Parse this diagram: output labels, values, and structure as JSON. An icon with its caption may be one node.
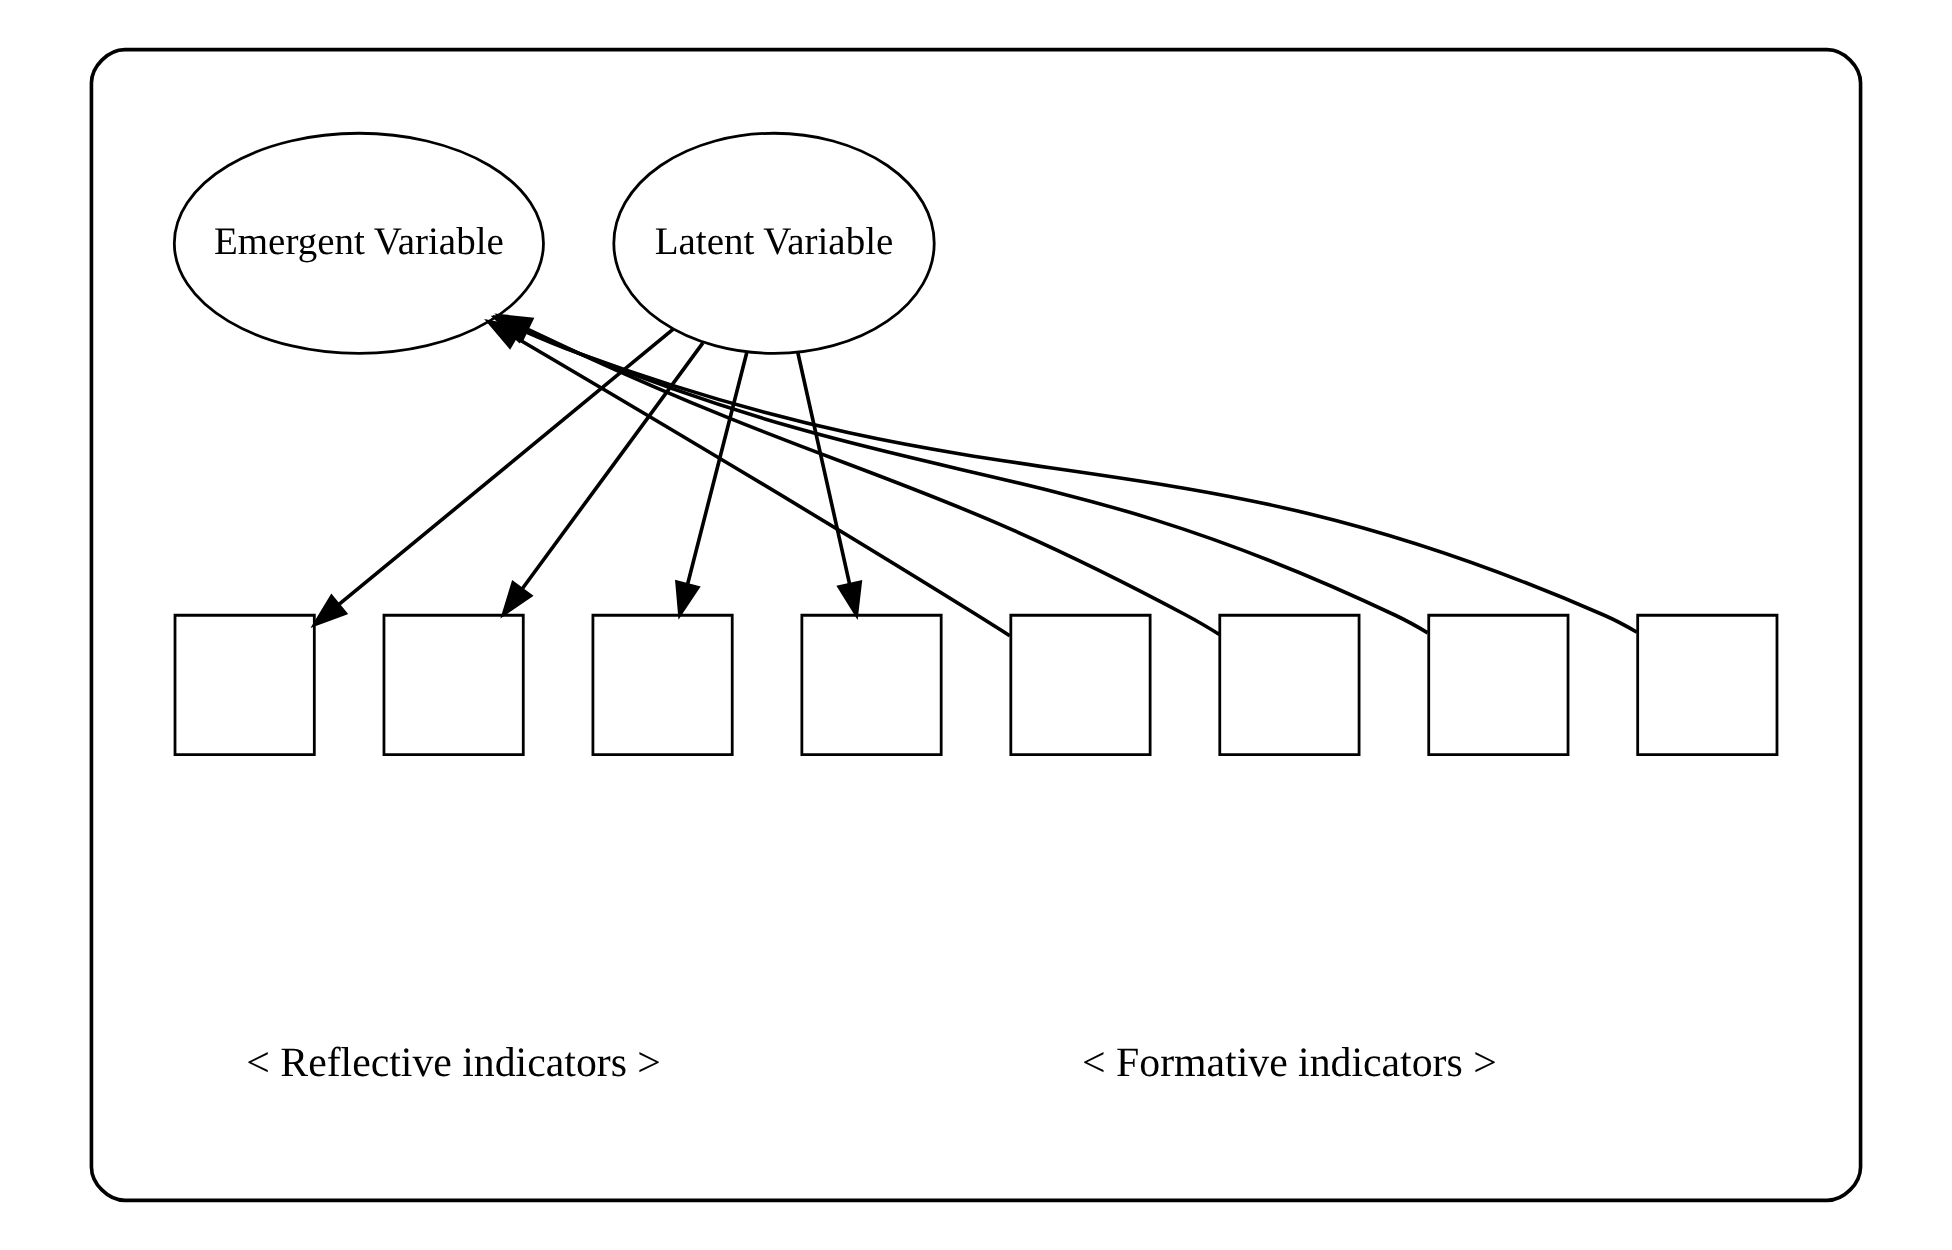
{
  "diagram": {
    "nodes": [
      {
        "text": [],
        "shape": "box"
      },
      {
        "text": [
          "Latent Variable"
        ],
        "in": 0
      },
      {
        "text": [
          "Emergent Variable"
        ],
        "in": 0
      },
      {
        "text": [],
        "shape": "box",
        "in": 0
      },
      {
        "text": [],
        "shape": "box",
        "in": 0
      },
      {
        "text": [],
        "shape": "box",
        "in": 0
      },
      {
        "text": [],
        "shape": "box",
        "in": 0
      },
      {
        "text": [],
        "shape": "box",
        "in": 0
      },
      {
        "text": [],
        "shape": "box",
        "in": 0
      },
      {
        "text": [],
        "shape": "box",
        "in": 0
      },
      {
        "text": [],
        "shape": "box",
        "in": 0
      }
    ],
    "edges": [
      {
        "from": 1,
        "to": 3,
        "arrow": "to"
      },
      {
        "from": 1,
        "to": 4,
        "arrow": "to"
      },
      {
        "from": 1,
        "to": 5,
        "arrow": "to"
      },
      {
        "from": 1,
        "to": 6,
        "arrow": "to"
      },
      {
        "from": 7,
        "to": 2,
        "arrow": "to"
      },
      {
        "from": 8,
        "to": 2,
        "arrow": "to"
      },
      {
        "from": 9,
        "to": 2,
        "arrow": "to"
      },
      {
        "from": 10,
        "to": 2,
        "arrow": "to"
      }
    ],
    "labels": [
      "< Reflective indicators >",
      "< Formative indicators >"
    ]
  }
}
